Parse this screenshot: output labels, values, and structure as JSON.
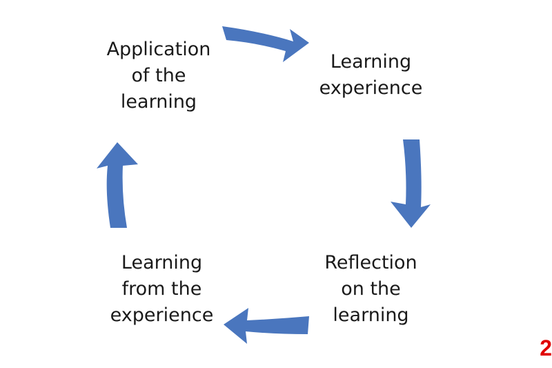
{
  "stages": [
    {
      "label": "Application\nof the\nlearning"
    },
    {
      "label": "Learning\nexperience"
    },
    {
      "label": "Reflection\non the\nlearning"
    },
    {
      "label": "Learning\nfrom the\nexperience"
    }
  ],
  "page_number": "2",
  "colors": {
    "arrow": "#4a76be",
    "text": "#1a1a1a",
    "page_number": "#e00000"
  }
}
